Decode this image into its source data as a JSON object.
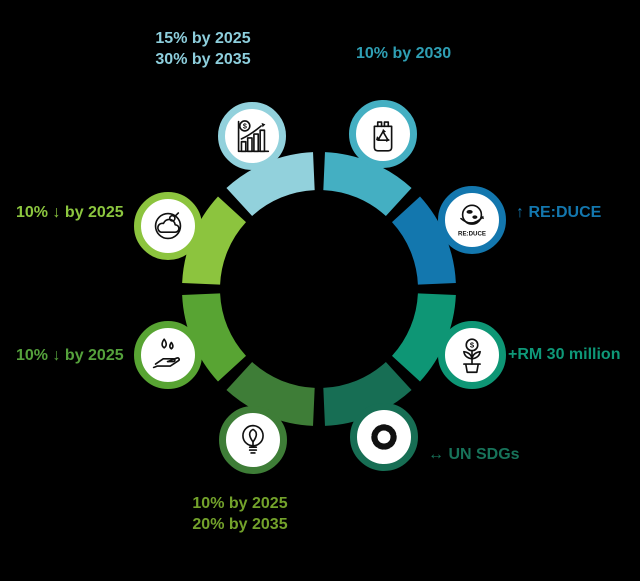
{
  "canvas": {
    "background": "#000000"
  },
  "ring": {
    "segments": [
      {
        "name": "recycling",
        "color": "#44AFC2",
        "icon": "recycle-bag-icon",
        "label": {
          "lines": [
            "10% by 2030"
          ],
          "color": "#2F9FB4"
        }
      },
      {
        "name": "reduce",
        "color": "#1377AE",
        "icon": "reduce-globe-icon",
        "badge_text": "RE:DUCE",
        "label": {
          "lines": [
            "↑ RE:DUCE"
          ],
          "color": "#1377AE"
        }
      },
      {
        "name": "community-investment",
        "color": "#0E9675",
        "icon": "money-plant-icon",
        "label": {
          "lines": [
            "+RM 30 million"
          ],
          "color": "#0E9878"
        }
      },
      {
        "name": "un-sdgs",
        "color": "#176E54",
        "icon": "sdg-wheel-icon",
        "label": {
          "lines": [
            "↔ UN SDGs"
          ],
          "color": "#17735A"
        }
      },
      {
        "name": "energy",
        "color": "#3E7D37",
        "icon": "eco-bulb-icon",
        "label": {
          "lines": [
            "10% by 2025",
            "20% by 2035"
          ],
          "color": "#73A22B"
        }
      },
      {
        "name": "water",
        "color": "#58A433",
        "icon": "water-hand-icon",
        "label": {
          "lines": [
            "10% ↓ by 2025"
          ],
          "color": "#55A13C"
        }
      },
      {
        "name": "emissions",
        "color": "#8CC43E",
        "icon": "carbon-cloud-icon",
        "label": {
          "lines": [
            "10% ↓ by 2025"
          ],
          "color": "#8CC63F"
        }
      },
      {
        "name": "growth",
        "color": "#92D1DC",
        "icon": "bar-chart-growth-icon",
        "label": {
          "lines": [
            "15% by 2025",
            "30% by 2035"
          ],
          "color": "#8DCEDC"
        }
      }
    ]
  },
  "icon_glyphs": {
    "dollar": "$",
    "reduce_badge": "RE:DUCE"
  }
}
